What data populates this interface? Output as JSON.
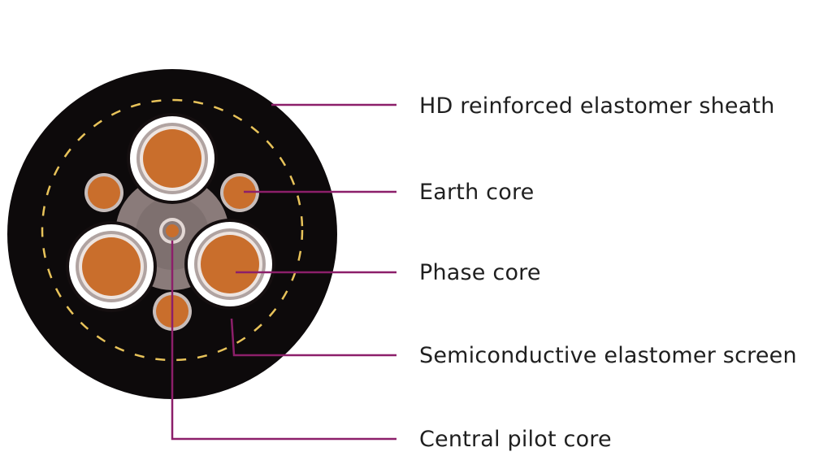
{
  "labels": {
    "sheath": "HD reinforced elastomer sheath",
    "earth_core": "Earth core",
    "phase_core": "Phase core",
    "screen": "Semiconductive elastomer screen",
    "pilot_core": "Central pilot core"
  },
  "colors": {
    "background": "#ffffff",
    "sheath": "#0d0a0b",
    "reinforcement_dash": "#e8c35a",
    "copper": "#c96e2c",
    "insulation_white": "#ffffff",
    "filler_grey": "#8a7b7a",
    "leader_line": "#8c1f6a",
    "text": "#1f1f1f"
  }
}
